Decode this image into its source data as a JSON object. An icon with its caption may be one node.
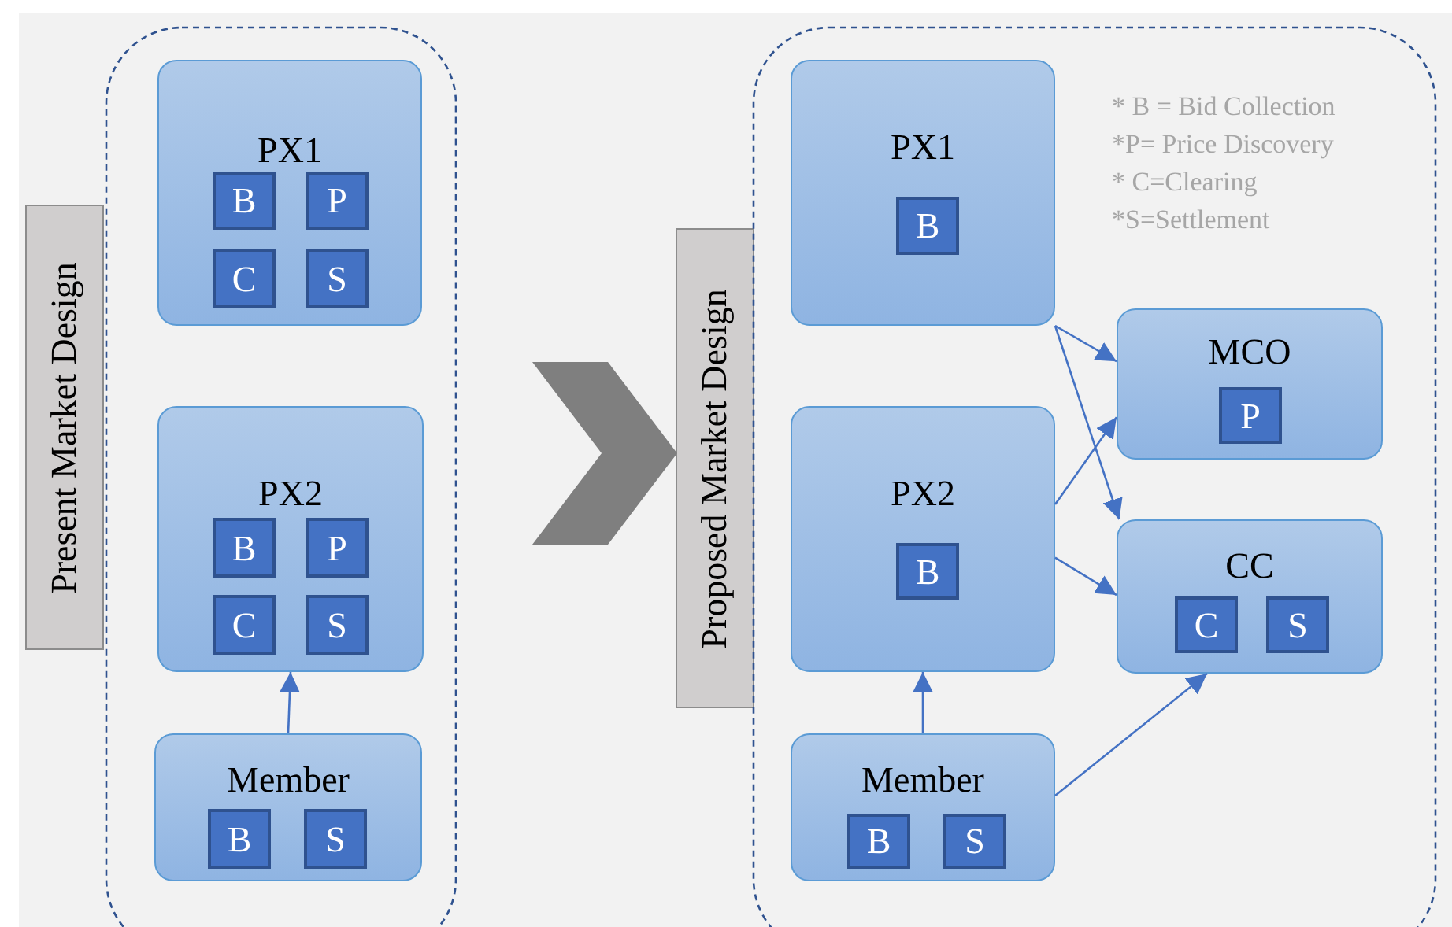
{
  "diagram": {
    "nodes": [
      {
        "text": [],
        "shape": "box"
      },
      {
        "text": [
          "Present Market Design"
        ]
      },
      {
        "text": [
          "PX1"
        ],
        "in": 0
      },
      {
        "text": [
          "B"
        ],
        "in": 2
      },
      {
        "text": [
          "P"
        ],
        "in": 2
      },
      {
        "text": [
          "C"
        ],
        "in": 2
      },
      {
        "text": [
          "S"
        ],
        "in": 2
      },
      {
        "text": [
          "PX2"
        ],
        "in": 0
      },
      {
        "text": [
          "B"
        ],
        "in": 7
      },
      {
        "text": [
          "P"
        ],
        "in": 7
      },
      {
        "text": [
          "C"
        ],
        "in": 7
      },
      {
        "text": [
          "S"
        ],
        "in": 7
      },
      {
        "text": [
          "Member"
        ],
        "in": 0
      },
      {
        "text": [
          "B"
        ],
        "in": 12
      },
      {
        "text": [
          "S"
        ],
        "in": 12
      },
      {
        "text": [
          "Proposed Market Design"
        ]
      },
      {
        "text": [],
        "shape": "box"
      },
      {
        "text": [
          "PX1"
        ],
        "in": 16
      },
      {
        "text": [
          "B"
        ],
        "in": 17
      },
      {
        "text": [
          "MCO"
        ],
        "in": 16
      },
      {
        "text": [
          "P"
        ],
        "in": 19
      },
      {
        "text": [
          "PX2"
        ],
        "in": 16
      },
      {
        "text": [
          "B"
        ],
        "in": 21
      },
      {
        "text": [
          "CC"
        ],
        "in": 16
      },
      {
        "text": [
          "C"
        ],
        "in": 23
      },
      {
        "text": [
          "S"
        ],
        "in": 23
      },
      {
        "text": [
          "Member"
        ],
        "in": 16
      },
      {
        "text": [
          "B"
        ],
        "in": 26
      },
      {
        "text": [
          "S"
        ],
        "in": 26
      }
    ],
    "edges": [
      {
        "from": 12,
        "to": 7,
        "arrow": "to"
      },
      {
        "from": 0,
        "to": 15,
        "arrow": "to",
        "style": "thick",
        "color": "#7f7f7f"
      },
      {
        "from": 17,
        "to": 19,
        "arrow": "to"
      },
      {
        "from": 17,
        "to": 23,
        "arrow": "to"
      },
      {
        "from": 21,
        "to": 19,
        "arrow": "to"
      },
      {
        "from": 21,
        "to": 23,
        "arrow": "to"
      },
      {
        "from": 26,
        "to": 21,
        "arrow": "to"
      },
      {
        "from": 26,
        "to": 23,
        "arrow": "to"
      }
    ],
    "labels": [
      "* B = Bid Collection",
      "*P= Price Discovery",
      "* C=Clearing",
      "*S=Settlement"
    ]
  }
}
